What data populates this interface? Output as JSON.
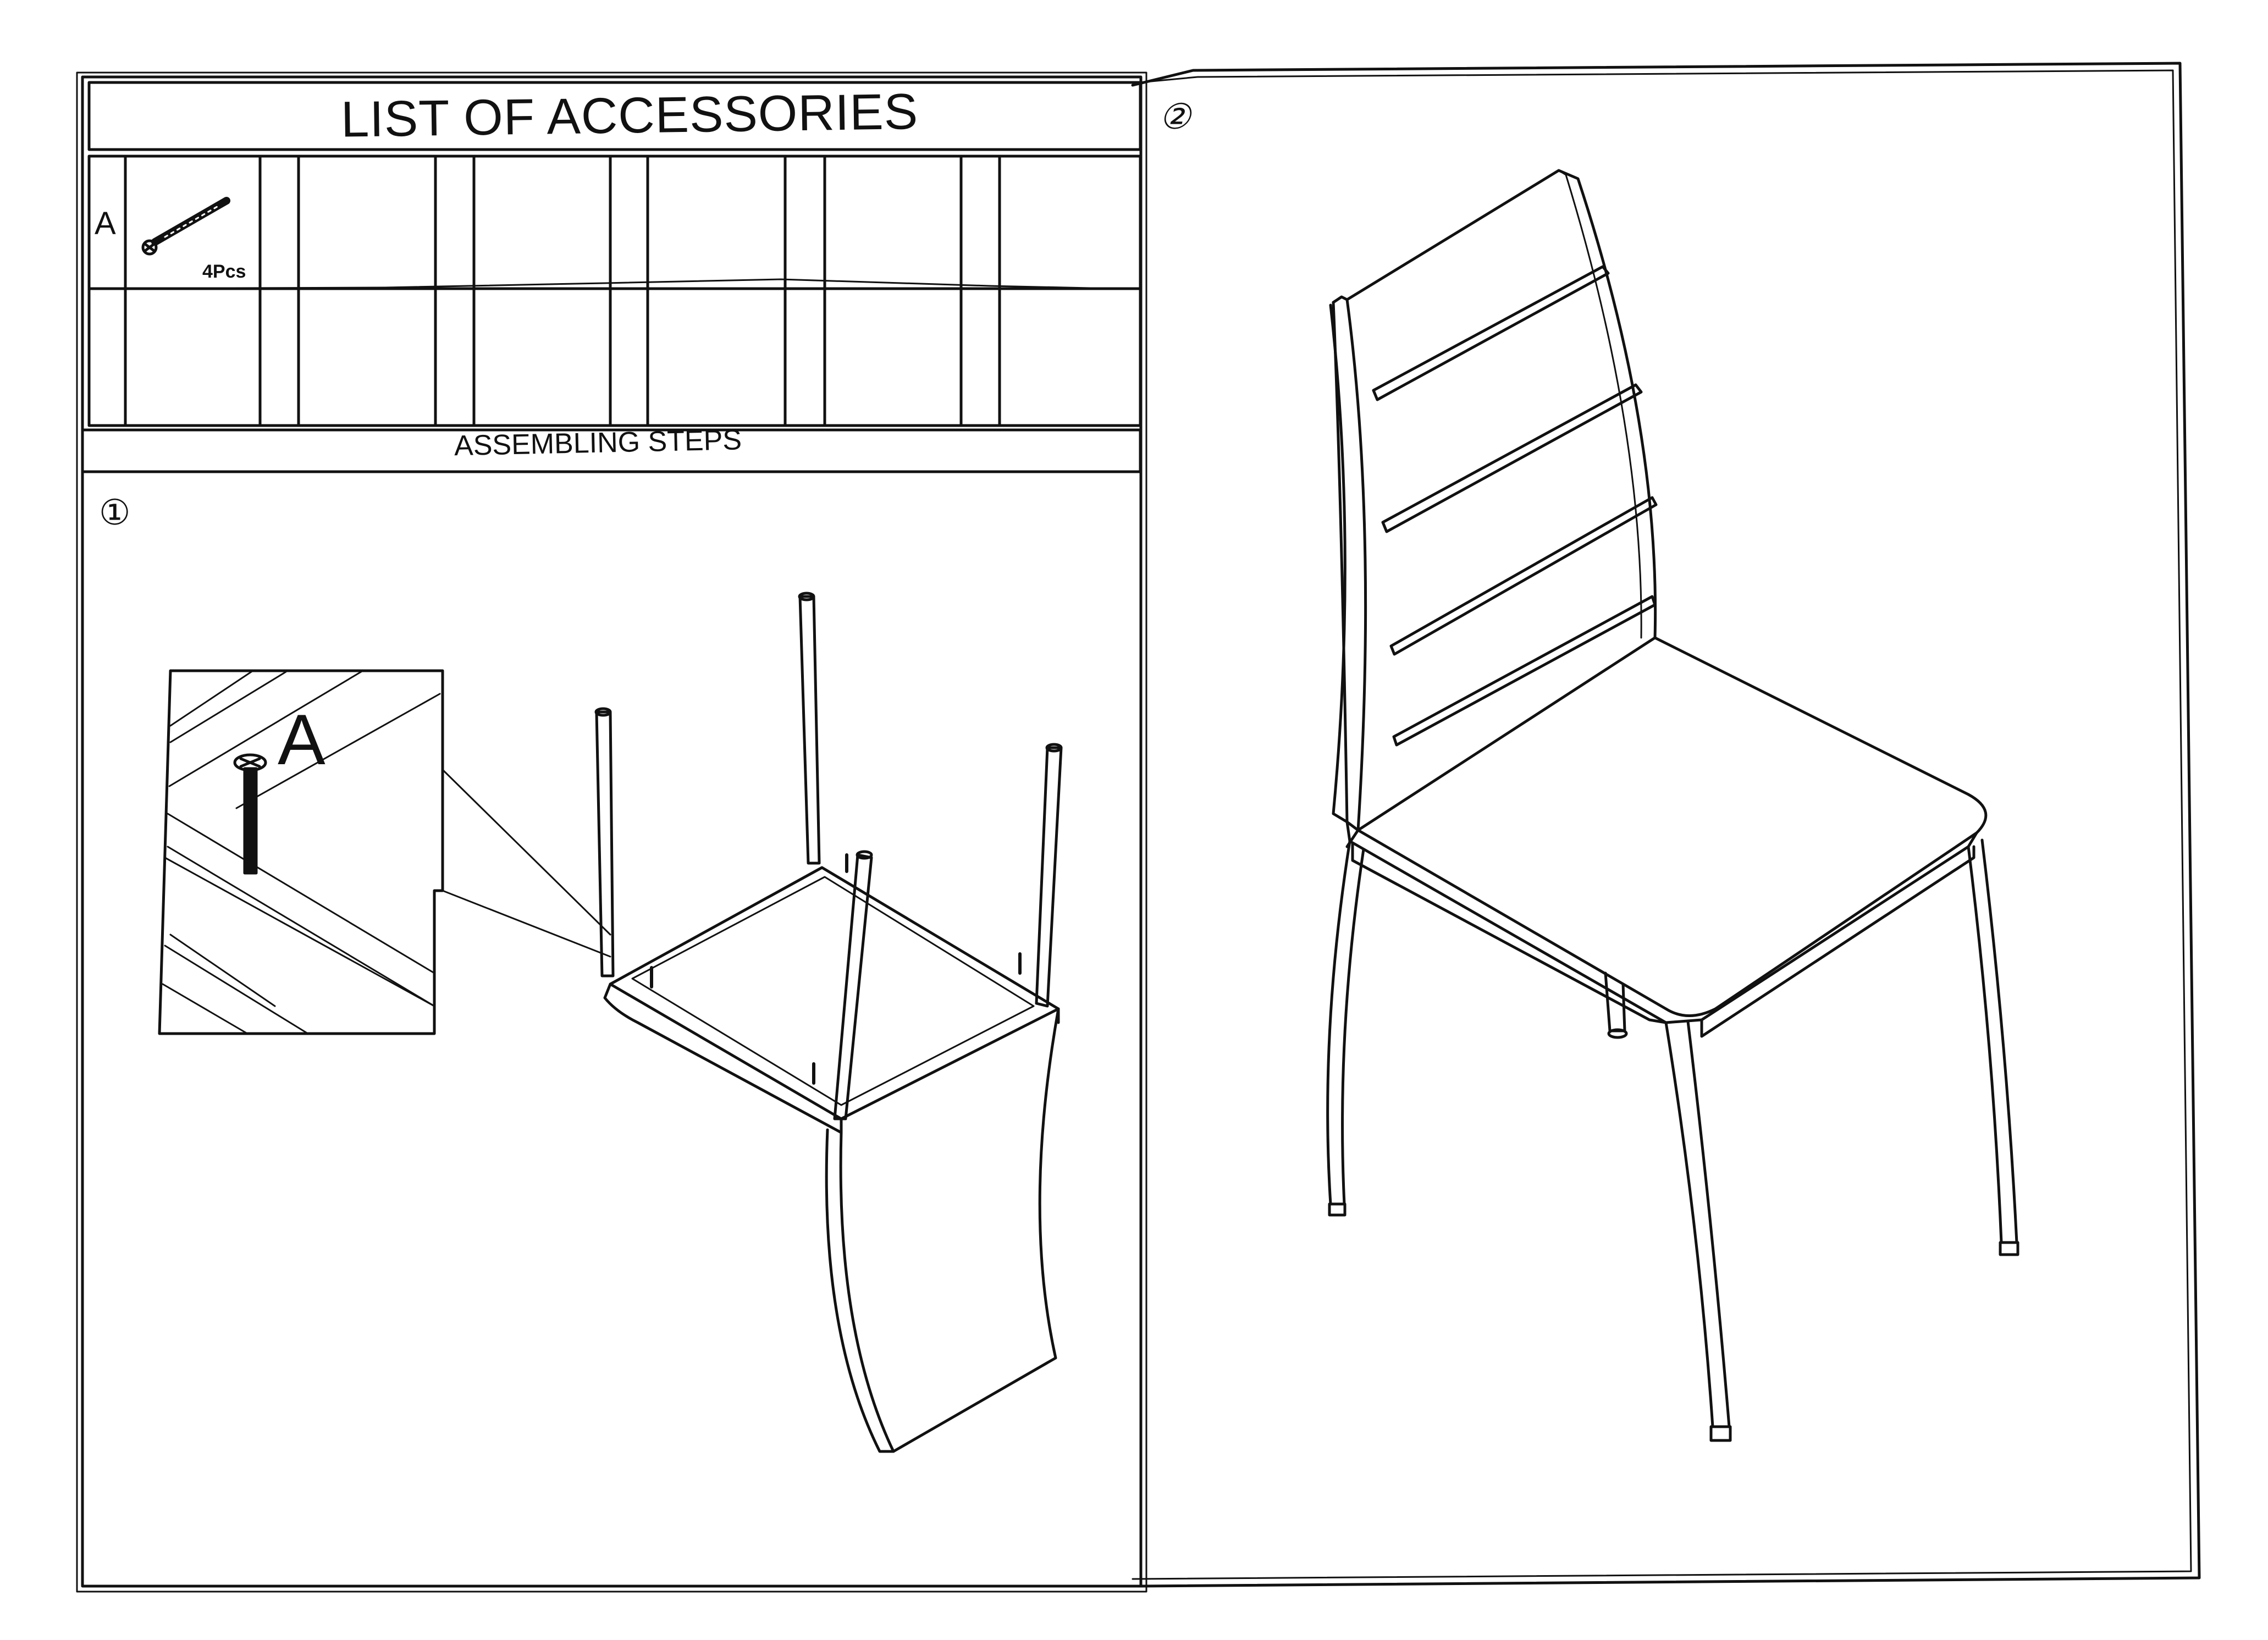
{
  "accessories": {
    "title": "LIST OF ACCESSORIES",
    "items": [
      {
        "letter": "A",
        "quantity": "4Pcs",
        "icon": "bolt-icon"
      }
    ]
  },
  "assembly": {
    "heading": "ASSEMBLING STEPS",
    "steps": [
      {
        "number": "①",
        "callout": "A"
      },
      {
        "number": "②"
      }
    ]
  }
}
